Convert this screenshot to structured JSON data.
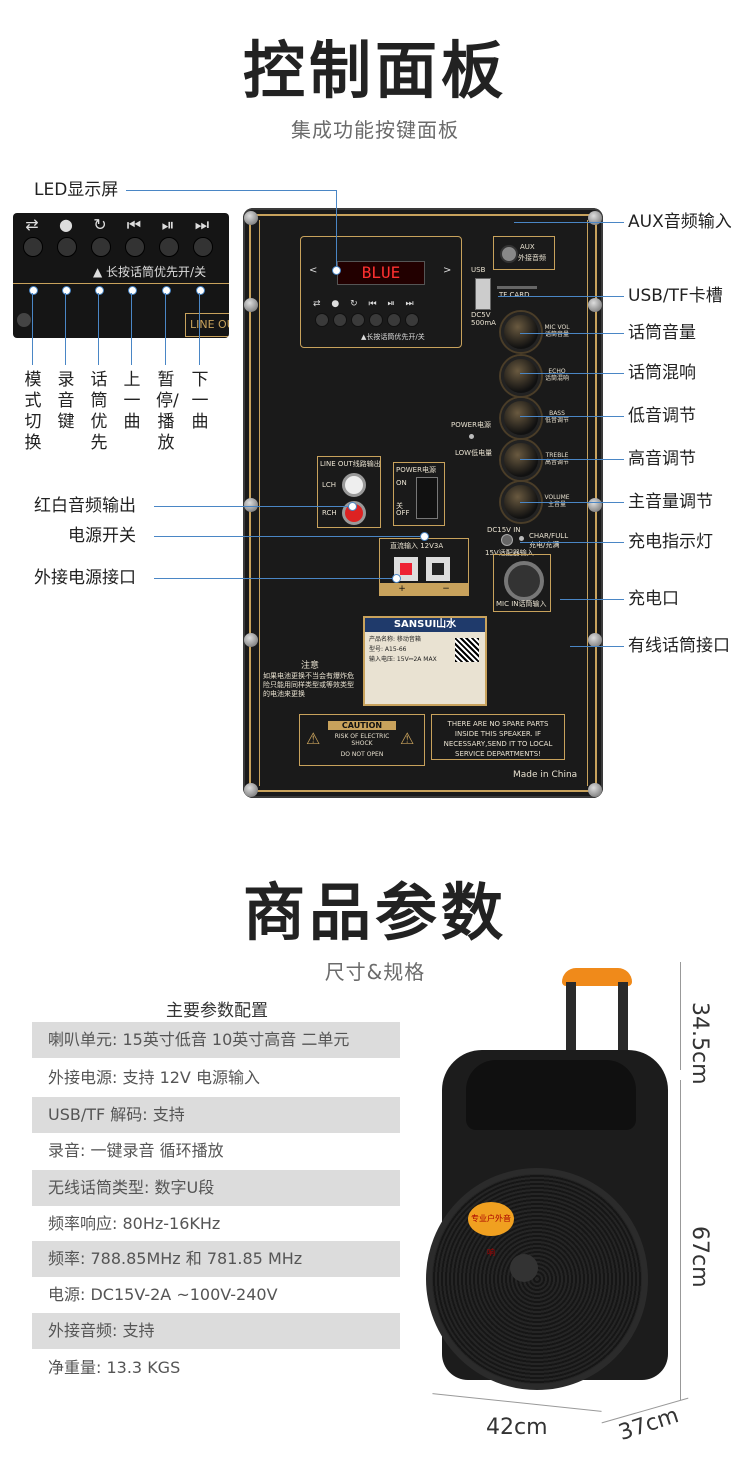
{
  "section1": {
    "title": "控制面板",
    "subtitle": "集成功能按键面板"
  },
  "zoom_inset": {
    "icons": [
      "shuffle-icon",
      "record-dot-icon",
      "loop-icon",
      "prev-icon",
      "play-pause-icon",
      "next-icon"
    ],
    "caption": "▲ 长按话筒优先开/关",
    "line_out": "LINE OU",
    "vertical_labels": [
      "模式切换",
      "录音键",
      "话筒优先",
      "上一曲",
      "暂停/播放",
      "下一曲"
    ]
  },
  "panel": {
    "lcd_text": "BLUE",
    "button_caption": "▲长按话筒优先开/关",
    "aux": [
      "AUX",
      "外接音频"
    ],
    "usb": "USB",
    "tf_card": "TF CARD",
    "dc_usb": [
      "DC5V",
      "500mA"
    ],
    "knobs": [
      [
        "MIC VOL",
        "话筒音量"
      ],
      [
        "ECHO",
        "话筒混响"
      ],
      [
        "BASS",
        "低音调节"
      ],
      [
        "TREBLE",
        "高音调节"
      ],
      [
        "VOLUME",
        "主音量"
      ]
    ],
    "power_led": "POWER电源",
    "low_led": "LOW低电量",
    "line_out": "LINE OUT线路输出",
    "lch": "LCH",
    "rch": "RCH",
    "power_switch": "POWER电源",
    "switch_on": [
      "ON",
      "开"
    ],
    "switch_off": [
      "关",
      "OFF"
    ],
    "dc_in_box": "直流输入 12V3A",
    "dc15v": "DC15V IN",
    "charge_full": [
      "CHAR/FULL",
      "充电/充满"
    ],
    "dc15v_label": "15V适配器输入",
    "mic_in": "MIC IN话筒输入",
    "brand": "SANSUI山水",
    "product_lines": [
      "产品名称: 移动音箱",
      "型号: A15-66",
      "输入电压: 15V⎓2A MAX"
    ],
    "notice_title": "注意",
    "notice_body": "如果电池更换不当会有爆炸危险只能用同样类型或等效类型的电池来更换",
    "caution": [
      "CAUTION",
      "RISK OF ELECTRIC SHOCK",
      "DO NOT OPEN"
    ],
    "warning": "THERE ARE NO SPARE PARTS INSIDE THIS SPEAKER. IF NECESSARY,SEND IT TO LOCAL SERVICE DEPARTMENTS!",
    "made_in": "Made in China"
  },
  "callouts_left": [
    "LED显示屏",
    "红白音频输出",
    "电源开关",
    "外接电源接口"
  ],
  "callouts_right": [
    "AUX音频输入",
    "USB/TF卡槽",
    "话筒音量",
    "话筒混响",
    "低音调节",
    "高音调节",
    "主音量调节",
    "充电指示灯",
    "充电口",
    "有线话筒接口"
  ],
  "section2": {
    "title": "商品参数",
    "subtitle": "尺寸&规格"
  },
  "specs": {
    "title": "主要参数配置",
    "rows": [
      "喇叭单元: 15英寸低音 10英寸高音 二单元",
      "外接电源: 支持 12V 电源输入",
      "USB/TF 解码: 支持",
      "录音: 一键录音 循环播放",
      "无线话筒类型: 数字U段",
      "频率响应:   80Hz-16KHz",
      "频率: 788.85MHz 和 781.85 MHz",
      "电源:   DC15V-2A ~100V-240V",
      "外接音频:   支持",
      "净重量:   13.3 KGS"
    ]
  },
  "dimensions": {
    "handle": "34.5cm",
    "height": "67cm",
    "width": "42cm",
    "depth": "37cm"
  },
  "speaker_badge": [
    "专业户外音响"
  ]
}
